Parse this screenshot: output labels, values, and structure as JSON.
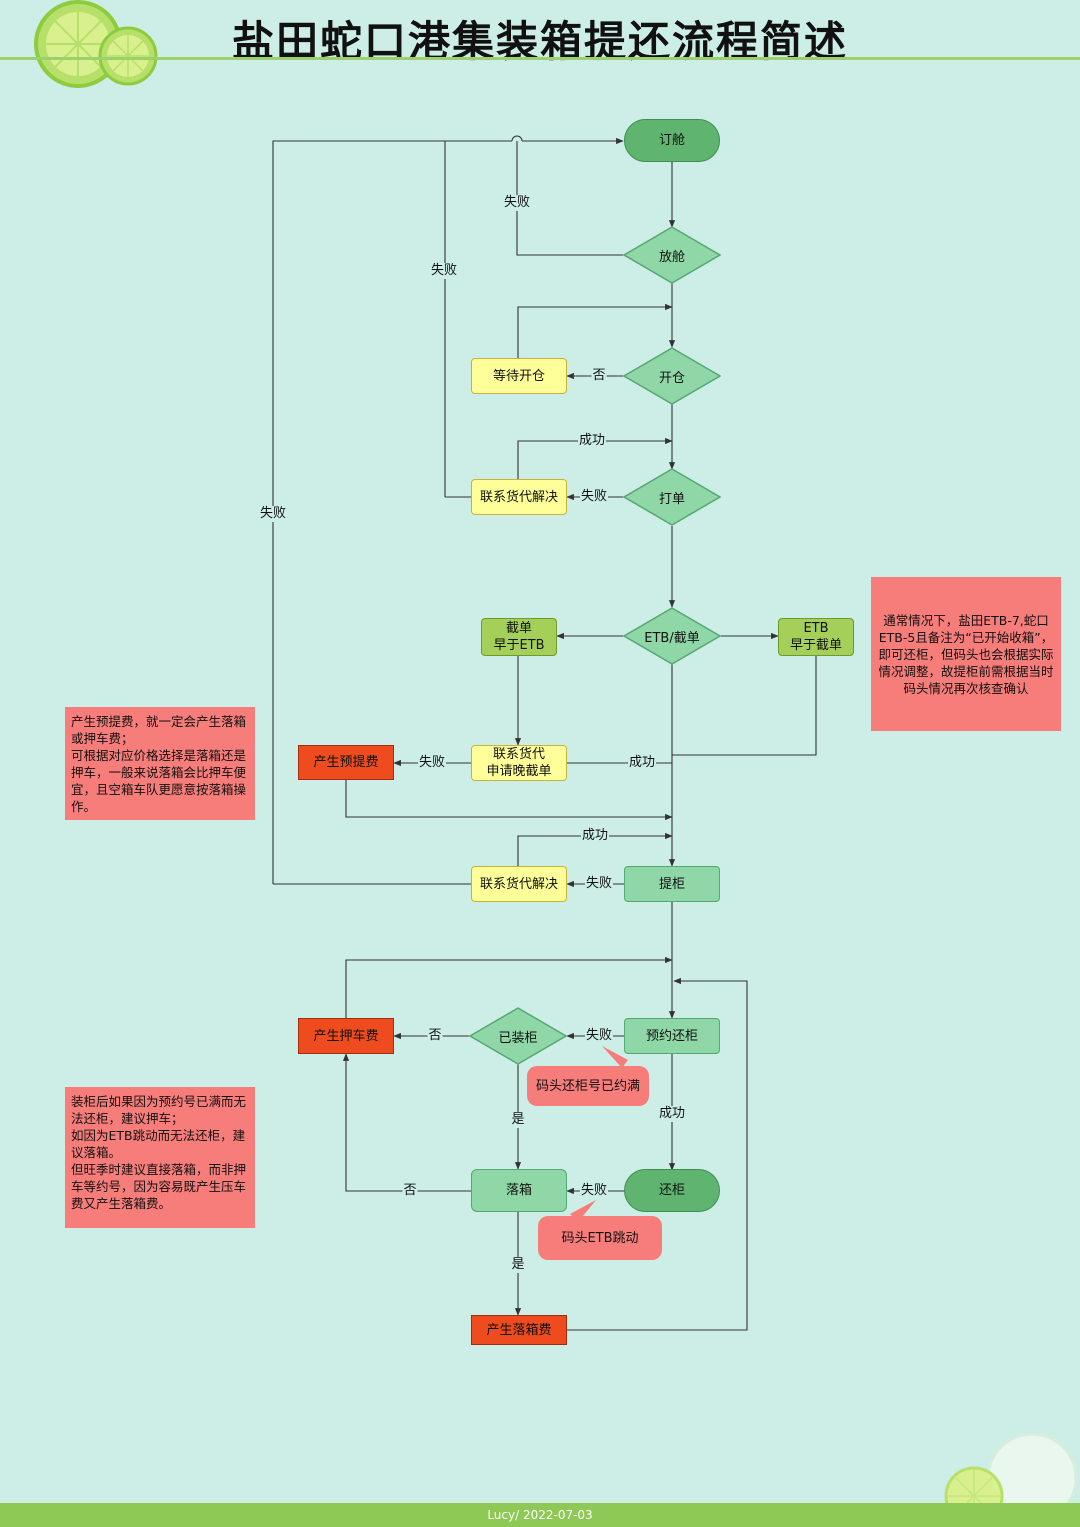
{
  "title": "盐田蛇口港集装箱提还流程简述",
  "footer": "Lucy/ 2022-07-03",
  "nodes": {
    "order": "订舱",
    "release": "放舱",
    "open": "开仓",
    "wait_open": "等待开仓",
    "print": "打单",
    "contact1": "联系货代解决",
    "etb_cut": "ETB/截单",
    "cut_before": "截单\n早于ETB",
    "etb_before": "ETB\n早于截单",
    "late_cut": "联系货代\n申请晚截单",
    "pre_pickup_fee": "产生预提费",
    "pickup": "提柜",
    "contact2": "联系货代解决",
    "book_return": "预约还柜",
    "loaded": "已装柜",
    "detention_fee": "产生押车费",
    "dropbox": "落箱",
    "return": "还柜",
    "drop_fee": "产生落箱费",
    "full_note": "码头还柜号已约满",
    "jump_note": "码头ETB跳动"
  },
  "edge_labels": {
    "fail": "失败",
    "no": "否",
    "success": "成功",
    "yes": "是"
  },
  "notes": {
    "right": "通常情况下，盐田ETB-7,蛇口ETB-5且备注为“已开始收箱”，即可还柜，但码头也会根据实际情况调整，故提柜前需根据当时码头情况再次核查确认",
    "left_top": "产生预提费，就一定会产生落箱或押车费；\n可根据对应价格选择是落箱还是押车，一般来说落箱会比押车便宜，且空箱车队更愿意按落箱操作。",
    "left_bottom": "装柜后如果因为预约号已满而无法还柜，建议押车；\n如因为ETB跳动而无法还柜，建议落箱。\n但旺季时建议直接落箱，而非押车等约号，因为容易既产生压车费又产生落箱费。"
  },
  "colors": {
    "background": "#cdeee6",
    "terminal": "#5fb56f",
    "process": "#8fd7a6",
    "decision": "#8fd7a6",
    "yellow_box": "#ffff99",
    "olive_box": "#a4d05a",
    "fee_box": "#ee4b1f",
    "note": "#f77d7b",
    "lines": "#333333"
  }
}
